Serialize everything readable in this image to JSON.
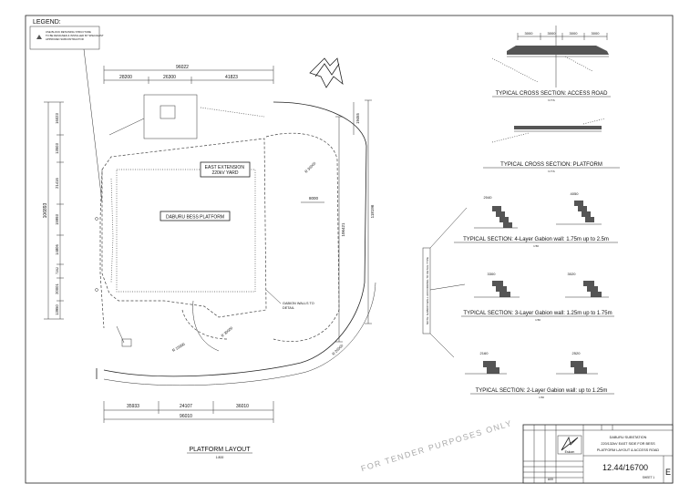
{
  "legend": {
    "title": "LEGEND:",
    "item_text": "USE BLOCK RETAINING STRUCTURE TO BE DESIGNED & INSTALLED BY SPECIALIST APPROVED SUBCONTRACTOR"
  },
  "plan": {
    "top_overall_dim": "96022",
    "top_dims": [
      "28200",
      "26300",
      "41823"
    ],
    "bottom_dims": [
      "35933",
      "24107",
      "36010"
    ],
    "bottom_overall_dim": "96010",
    "left_overall_dim": "106893",
    "left_dims": [
      "16023",
      "13503",
      "21416",
      "15993",
      "14806",
      "7202",
      "20001",
      "13950"
    ],
    "right_dims": [
      "118196",
      "106421",
      "19465"
    ],
    "mid_dim": "8000",
    "east_extension_label": "EAST EXTENSION\n220kV YARD",
    "platform_label": "DABURU BESS PLATFORM",
    "gabion_note": "GABION WALLS TO DETAIL",
    "radius_labels": [
      "R 30000",
      "R 30000",
      "R 15000",
      "R 20000"
    ],
    "title": "PLATFORM LAYOUT",
    "scale": "1:800"
  },
  "watermark": "FOR TENDER PURPOSES ONLY",
  "side_note": "NOTE: GABION WALL ACCORDING TO DETAIL TYPE",
  "sections": {
    "access_road": {
      "title": "TYPICAL CROSS SECTION: ACCESS ROAD",
      "scale": "N.T.S",
      "dims": [
        "3000",
        "3000",
        "3000",
        "3000"
      ]
    },
    "platform": {
      "title": "TYPICAL CROSS SECTION: PLATFORM",
      "scale": "N.T.S"
    },
    "gabion4": {
      "title": "TYPICAL SECTION: 4-Layer Gabion wall: 1.75m up to 2.5m",
      "scale": "1:50",
      "dims": [
        "2040",
        "4050"
      ]
    },
    "gabion3": {
      "title": "TYPICAL SECTION: 3-Layer Gabion wall: 1.25m up to 1.75m",
      "scale": "1:50",
      "dims": [
        "3300",
        "3020"
      ]
    },
    "gabion2": {
      "title": "TYPICAL SECTION: 2-Layer Gabion wall: up to 1.25m",
      "scale": "1:50",
      "dims": [
        "2160",
        "2520"
      ]
    }
  },
  "title_block": {
    "project_lines": [
      "DABURU SUBSTATION",
      "220/132kV EAST SIDE FOR BESS",
      "PLATFORM LAYOUT & ACCESS ROAD"
    ],
    "drawing_number": "12.44/16700",
    "revision": "E",
    "sheet": "SHEET 1",
    "logo": "Eskom",
    "scale_cell": "A00"
  }
}
